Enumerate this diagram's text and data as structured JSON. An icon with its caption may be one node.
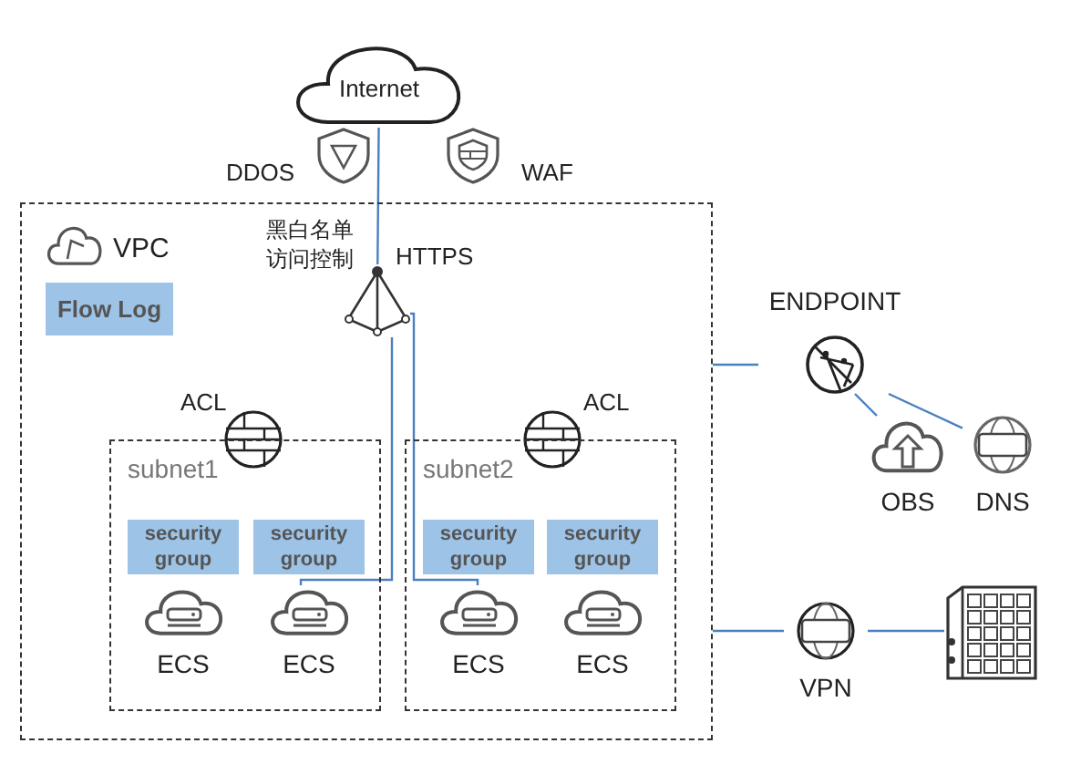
{
  "diagram": {
    "nodes": [
      {
        "text": [
          "Internet"
        ]
      },
      {
        "text": [
          "VPC"
        ]
      },
      {
        "text": [
          "Flow Log"
        ],
        "in": 1
      },
      {
        "text": [],
        "shape": "picture",
        "in": 1,
        "beside": [
          "黑白名单访问控制",
          "HTTPS"
        ]
      },
      {
        "text": [
          "subnet1"
        ],
        "in": 1
      },
      {
        "text": [
          "security group"
        ],
        "in": 4
      },
      {
        "text": [
          "security group"
        ],
        "in": 4
      },
      {
        "text": [
          "ECS"
        ],
        "in": 4
      },
      {
        "text": [
          "ECS"
        ],
        "in": 4
      },
      {
        "text": [
          "subnet2"
        ],
        "in": 1
      },
      {
        "text": [
          "security group"
        ],
        "in": 9
      },
      {
        "text": [
          "security group"
        ],
        "in": 9
      },
      {
        "text": [
          "ECS"
        ],
        "in": 9
      },
      {
        "text": [
          "ECS"
        ],
        "in": 9
      },
      {
        "text": [
          "ENDPOINT"
        ]
      },
      {
        "text": [
          "OBS"
        ]
      },
      {
        "text": [
          "DNS"
        ]
      },
      {
        "text": [
          "VPN"
        ]
      },
      {
        "text": [],
        "shape": "picture"
      }
    ],
    "edges": [
      {
        "from": 0,
        "to": 3,
        "arrow": "none"
      },
      {
        "from": 3,
        "to": 8,
        "arrow": "none"
      },
      {
        "from": 3,
        "to": 12,
        "arrow": "none"
      },
      {
        "from": 1,
        "to": 14,
        "arrow": "none"
      },
      {
        "from": 14,
        "to": 15,
        "arrow": "none"
      },
      {
        "from": 14,
        "to": 16,
        "arrow": "none"
      },
      {
        "from": 1,
        "to": 17,
        "arrow": "none"
      },
      {
        "from": 17,
        "to": 18,
        "arrow": "none"
      }
    ],
    "labels": [
      "DDOS",
      "WAF",
      "ACL",
      "ACL"
    ]
  }
}
